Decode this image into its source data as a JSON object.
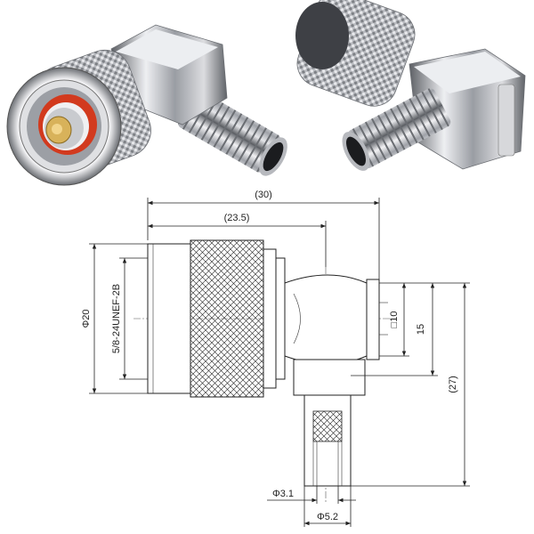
{
  "drawing": {
    "dimensions": {
      "overall_length": "(30)",
      "body_length": "(23.5)",
      "body_diameter": "Φ20",
      "thread_spec": "5/8-24UNEF-2B",
      "hex_size": "□10",
      "height_15": "15",
      "overall_height": "(27)",
      "inner_diameter": "Φ3.1",
      "outer_diameter": "Φ5.2"
    }
  },
  "colors": {
    "metal_light": "#e8e8ea",
    "metal_mid": "#a9abb0",
    "metal_dark": "#5b5e63",
    "insulator": "#d23a1e",
    "pin": "#d8b25a"
  },
  "icons": {
    "photo_left": "connector-front-view",
    "photo_right": "connector-rear-view"
  }
}
